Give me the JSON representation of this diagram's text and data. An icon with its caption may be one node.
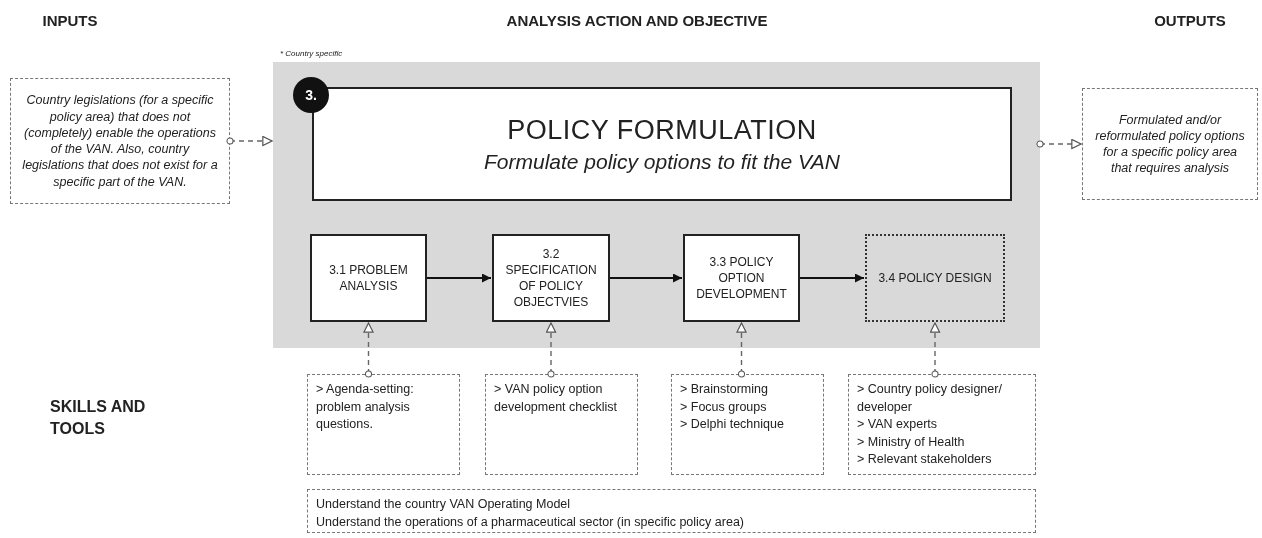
{
  "diagram": {
    "nodes": [
      {
        "text": [
          "Country legislations (for a specific policy area) that does not (completely) enable the operations of the VAN. Also, country legislations that does not exist for a specific part of the VAN."
        ]
      },
      {
        "text": [],
        "shape": "box"
      },
      {
        "text": [
          "3.",
          "POLICY FORMULATION",
          "Formulate policy options to fit the VAN"
        ],
        "in": 1
      },
      {
        "text": [
          "3.1 PROBLEM ANALYSIS"
        ],
        "in": 1
      },
      {
        "text": [
          "3.2 SPECIFICATION OF POLICY OBJECTVIES"
        ],
        "in": 1
      },
      {
        "text": [
          "3.3 POLICY OPTION DEVELOPMENT"
        ],
        "in": 1
      },
      {
        "text": [
          "3.4 POLICY DESIGN"
        ],
        "in": 1
      },
      {
        "text": [
          "Formulated and/or reformulated policy options for a specific policy area that requires analysis"
        ]
      },
      {
        "text": [
          "> Agenda-setting: problem analysis questions."
        ]
      },
      {
        "text": [
          "> VAN policy option development checklist"
        ]
      },
      {
        "text": [
          "> Brainstorming",
          "> Focus groups",
          "> Delphi technique"
        ]
      },
      {
        "text": [
          "> Country policy designer/ developer",
          "> VAN experts",
          "> Ministry of Health",
          "> Relevant stakeholders"
        ]
      },
      {
        "text": [
          "Understand the country VAN Operating Model",
          "Understand the operations of a pharmaceutical sector (in specific policy area)"
        ]
      }
    ],
    "edges": [
      {
        "from": 0,
        "to": 1,
        "arrow": "to",
        "style": "dashed"
      },
      {
        "from": 1,
        "to": 7,
        "arrow": "to",
        "style": "dashed"
      },
      {
        "from": 3,
        "to": 4,
        "arrow": "to"
      },
      {
        "from": 4,
        "to": 5,
        "arrow": "to"
      },
      {
        "from": 5,
        "to": 6,
        "arrow": "to"
      },
      {
        "from": 8,
        "to": 3,
        "arrow": "to",
        "style": "dashed"
      },
      {
        "from": 9,
        "to": 4,
        "arrow": "to",
        "style": "dashed"
      },
      {
        "from": 10,
        "to": 5,
        "arrow": "to",
        "style": "dashed"
      },
      {
        "from": 11,
        "to": 6,
        "arrow": "to",
        "style": "dashed"
      }
    ],
    "labels": [
      "INPUTS",
      "ANALYSIS ACTION AND OBJECTIVE",
      "OUTPUTS",
      "* Country specific",
      "SKILLS AND TOOLS"
    ]
  }
}
